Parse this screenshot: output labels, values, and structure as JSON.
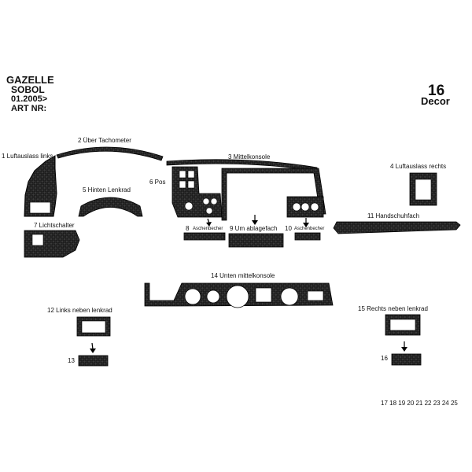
{
  "header": {
    "model_line1": "GAZELLE",
    "model_line2": "SOBOL",
    "date": "01.2005>",
    "art_nr": "ART NR:",
    "number": "16",
    "decor": "Decor"
  },
  "parts": {
    "p1": "1 Luftauslass links",
    "p2": "2 Über Tachometer",
    "p3": "3 Mittelkonsole",
    "p4": "4 Luftauslass rechts",
    "p5": "5 Hinten Lenkrad",
    "p6": "6 Pos",
    "p7": "7  Lichtschalter",
    "p8_num": "8",
    "p8_sub": "Aschenbecher",
    "p9": "9  Um ablagefach",
    "p10_num": "10",
    "p10_sub": "Aschenbecher",
    "p11": "11 Handschuhfach",
    "p12": "12   Links neben lenkrad",
    "p13": "13",
    "p14": "14 Unten mittelkonsole",
    "p15": "15 Rechts neben lenkrad",
    "p16": "16"
  },
  "footer_numbers": "17 18 19  20  21  22  23  24 25",
  "colors": {
    "carbon_dark": "#1c1c1c",
    "carbon_light": "#3c3c3c",
    "outline": "#000000"
  }
}
